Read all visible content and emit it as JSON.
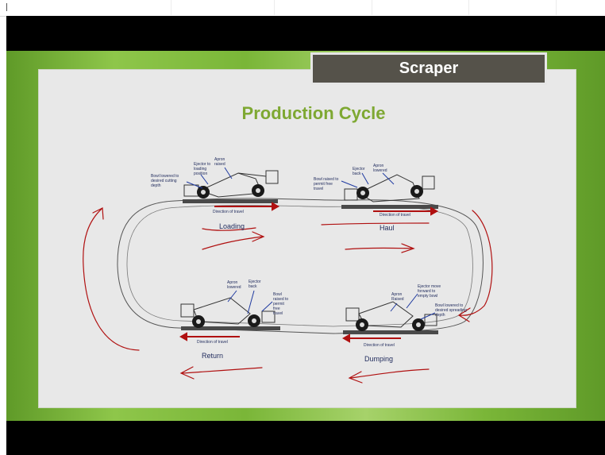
{
  "slide": {
    "header": "Scraper",
    "title": "Production Cycle"
  },
  "stages": {
    "loading": {
      "name": "Loading",
      "direction": "Direction of travel",
      "labels": [
        "Ejector to loading position",
        "Apron raised",
        "Bowl lowered to desired cutting depth"
      ]
    },
    "haul": {
      "name": "Haul",
      "direction": "Direction of travel",
      "labels": [
        "Bowl raised to permit free travel",
        "Ejector back",
        "Apron lowered"
      ]
    },
    "return": {
      "name": "Return",
      "direction": "Direction of travel",
      "labels": [
        "Apron lowered",
        "Ejector back",
        "Bowl raised to permit free travel"
      ]
    },
    "dumping": {
      "name": "Dumping",
      "direction": "Direction of travel",
      "labels": [
        "Ejector move forward to empty bowl",
        "Apron Raised",
        "Bowl lowered to desired spreading depth"
      ]
    }
  },
  "colors": {
    "slide_green": "#7ab638",
    "title_green": "#7ea832",
    "header_bg": "#55524a",
    "annotation_red": "#b01010",
    "label_blue": "#1f2a5c"
  }
}
